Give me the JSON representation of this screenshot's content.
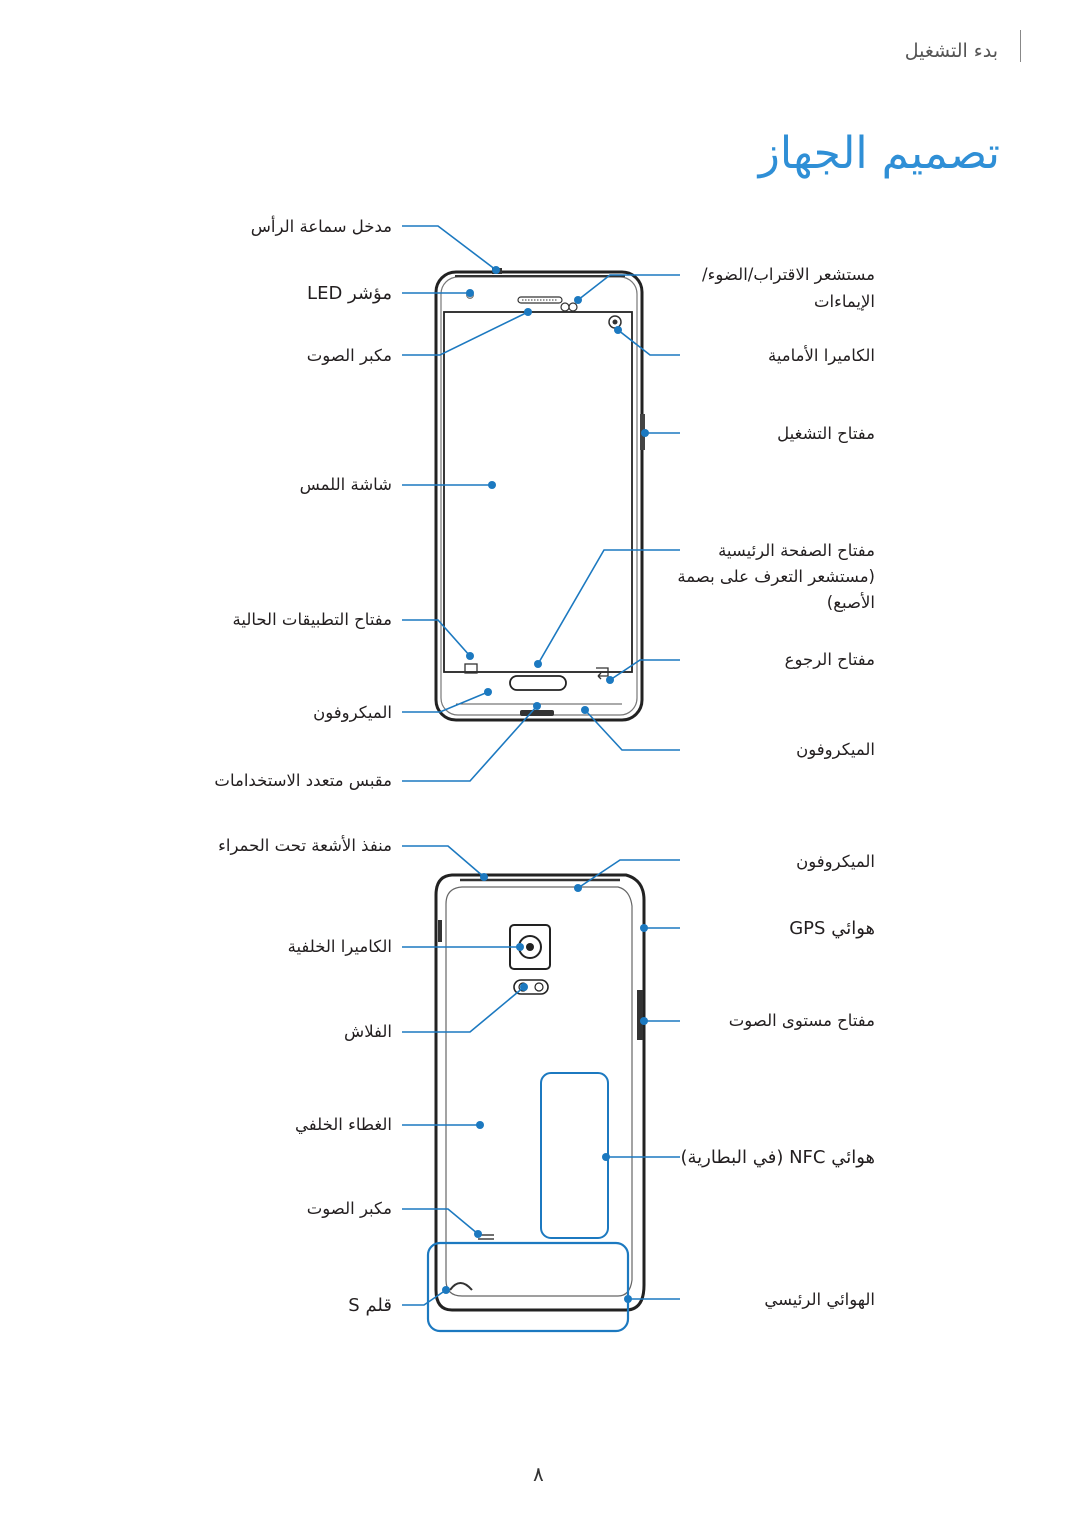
{
  "header": {
    "section": "بدء التشغيل"
  },
  "page_title": "تصميم الجهاز",
  "front": {
    "left": [
      "مدخل سماعة الرأس",
      "مؤشر LED",
      "مكبر الصوت",
      "شاشة اللمس",
      "مفتاح التطبيقات الحالية",
      "الميكروفون",
      "مقبس متعدد الاستخدامات"
    ],
    "right": [
      "مستشعر الاقتراب/الضوء/",
      "الإيماءات",
      "الكاميرا الأمامية",
      "مفتاح التشغيل",
      "مفتاح الصفحة الرئيسية",
      "(مستشعر التعرف على بصمة",
      "الأصبع)",
      "مفتاح الرجوع",
      "الميكروفون"
    ]
  },
  "back": {
    "left": [
      "منفذ الأشعة تحت الحمراء",
      "الكاميرا الخلفية",
      "الفلاش",
      "الغطاء الخلفي",
      "مكبر الصوت",
      "قلم S"
    ],
    "right": [
      "الميكروفون",
      "هوائي GPS",
      "مفتاح مستوى الصوت",
      "هوائي NFC (في البطارية)",
      "الهوائي الرئيسي"
    ]
  },
  "footer": {
    "page_number": "٨"
  },
  "colors": {
    "accent": "#2f8fd6",
    "callout": "#1c79c0",
    "device": "#2b2b2b"
  }
}
